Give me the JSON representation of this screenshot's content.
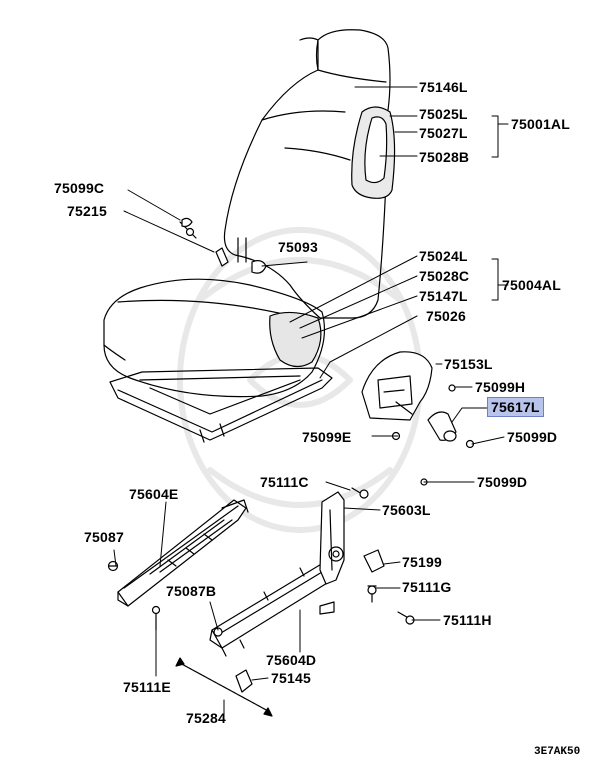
{
  "diagram": {
    "diagram_code": "3E7AK50",
    "highlighted_part": "75617L",
    "parts": [
      {
        "id": "p75146L",
        "label": "75146L"
      },
      {
        "id": "p75025L",
        "label": "75025L"
      },
      {
        "id": "p75027L",
        "label": "75027L"
      },
      {
        "id": "p75028B",
        "label": "75028B"
      },
      {
        "id": "p75001AL",
        "label": "75001AL"
      },
      {
        "id": "p75099C",
        "label": "75099C"
      },
      {
        "id": "p75215",
        "label": "75215"
      },
      {
        "id": "p75093",
        "label": "75093"
      },
      {
        "id": "p75024L",
        "label": "75024L"
      },
      {
        "id": "p75028C",
        "label": "75028C"
      },
      {
        "id": "p75147L",
        "label": "75147L"
      },
      {
        "id": "p75004AL",
        "label": "75004AL"
      },
      {
        "id": "p75026",
        "label": "75026"
      },
      {
        "id": "p75153L",
        "label": "75153L"
      },
      {
        "id": "p75099H",
        "label": "75099H"
      },
      {
        "id": "p75617L",
        "label": "75617L"
      },
      {
        "id": "p75099E",
        "label": "75099E"
      },
      {
        "id": "p75099D_1",
        "label": "75099D"
      },
      {
        "id": "p75111C",
        "label": "75111C"
      },
      {
        "id": "p75099D_2",
        "label": "75099D"
      },
      {
        "id": "p75604E",
        "label": "75604E"
      },
      {
        "id": "p75603L",
        "label": "75603L"
      },
      {
        "id": "p75087",
        "label": "75087"
      },
      {
        "id": "p75199",
        "label": "75199"
      },
      {
        "id": "p75087B",
        "label": "75087B"
      },
      {
        "id": "p75111G",
        "label": "75111G"
      },
      {
        "id": "p75111H",
        "label": "75111H"
      },
      {
        "id": "p75604D",
        "label": "75604D"
      },
      {
        "id": "p75111E",
        "label": "75111E"
      },
      {
        "id": "p75145",
        "label": "75145"
      },
      {
        "id": "p75284",
        "label": "75284"
      }
    ]
  }
}
